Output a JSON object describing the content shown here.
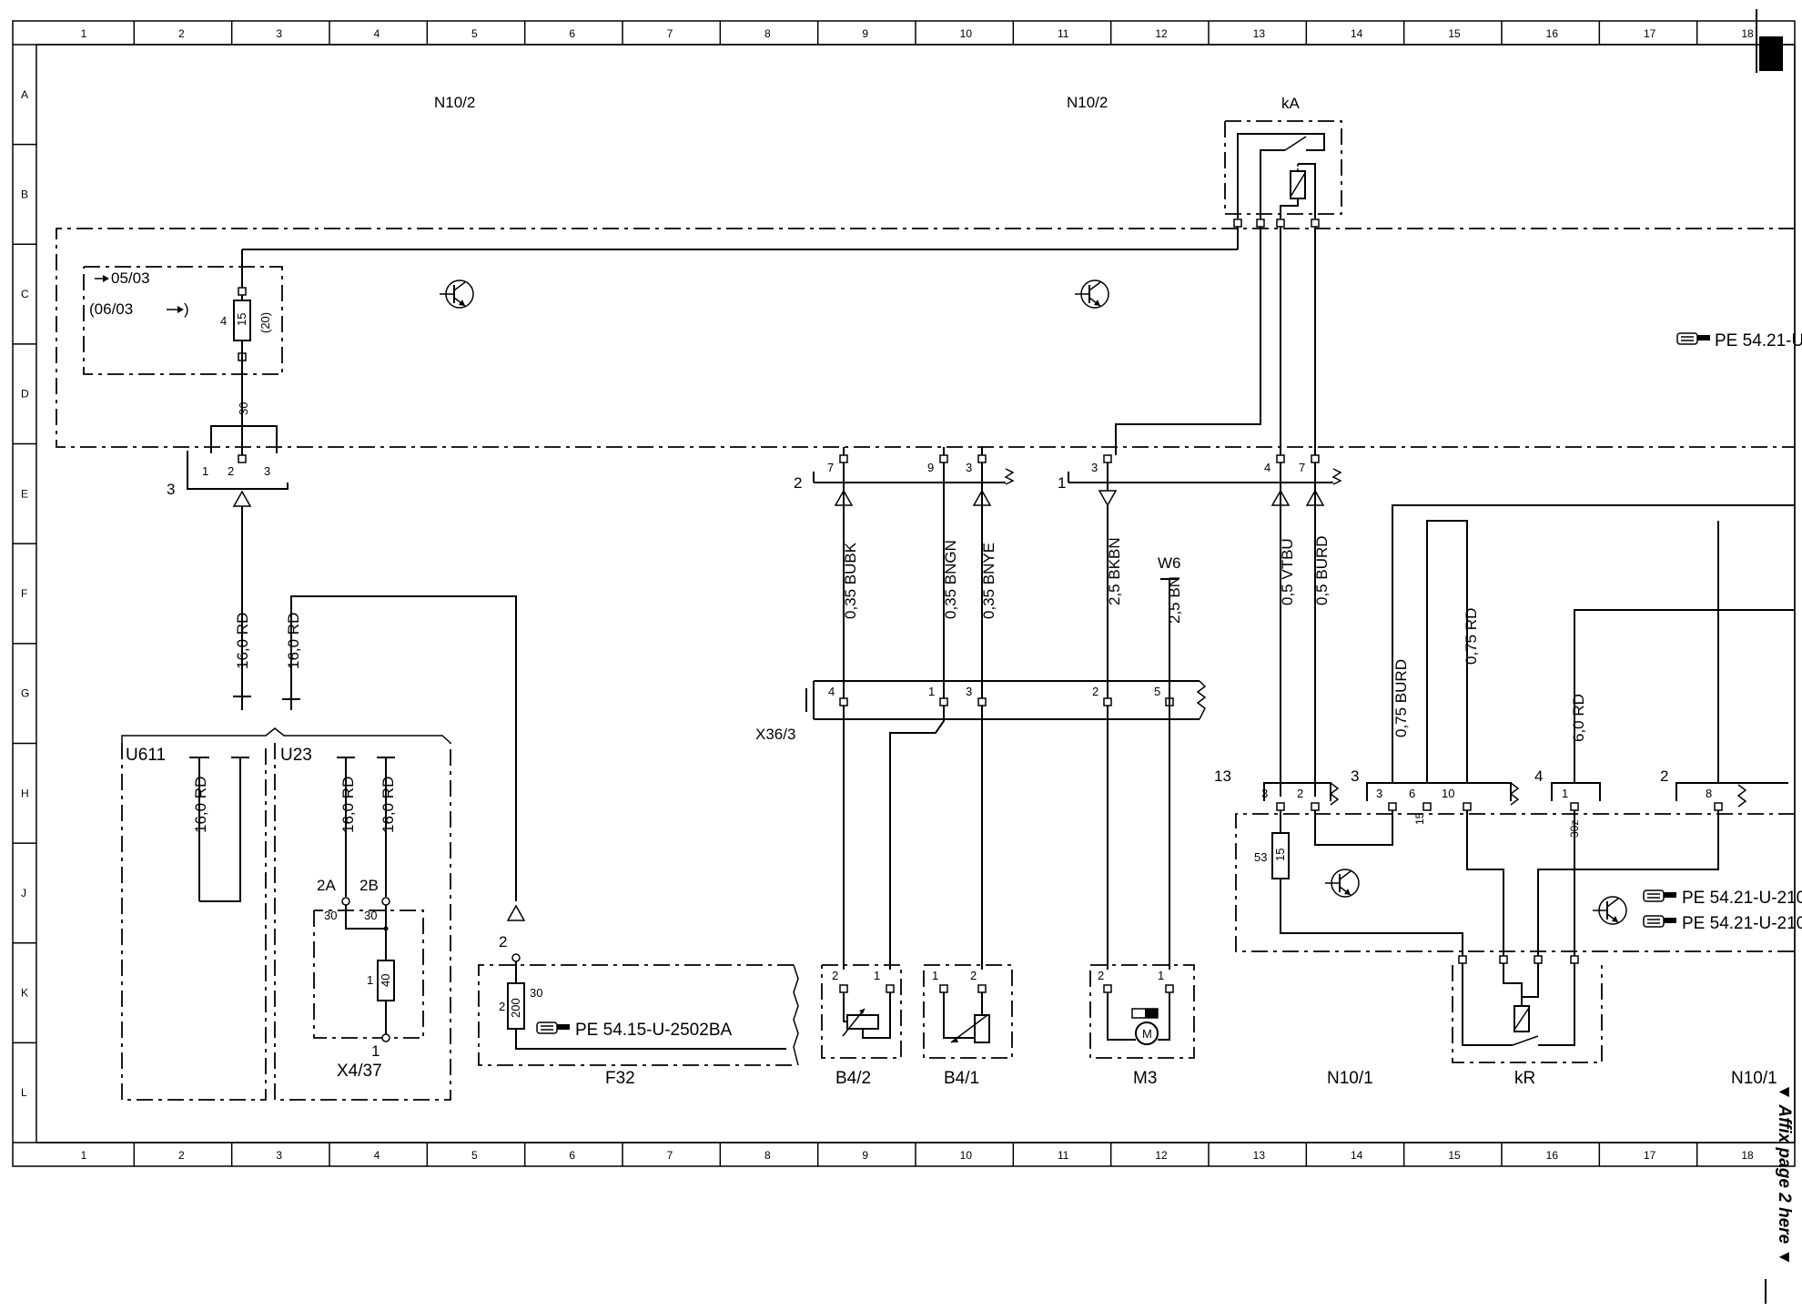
{
  "grid": {
    "columns": [
      "1",
      "2",
      "3",
      "4",
      "5",
      "6",
      "7",
      "8",
      "9",
      "10",
      "11",
      "12",
      "13",
      "14",
      "15",
      "16",
      "17",
      "18"
    ],
    "rows": [
      "A",
      "B",
      "C",
      "D",
      "E",
      "F",
      "G",
      "H",
      "J",
      "K",
      "L"
    ]
  },
  "modules": {
    "n10_2_left": "N10/2",
    "n10_2_right": "N10/2",
    "n10_1_center": "N10/1",
    "n10_1_right": "N10/1",
    "relay_ka": "kA",
    "relay_kr": "kR"
  },
  "fuse_block": {
    "valid_from": "05/03",
    "valid_paren": "(06/03",
    "fuse_number": "15",
    "fuse_amps": "(20)",
    "pin_left": "4",
    "pin_bottom": "30"
  },
  "connectors": {
    "c3": {
      "id": "3",
      "pins": [
        "1",
        "2",
        "3"
      ]
    },
    "c2": {
      "id": "2",
      "pins": [
        "7",
        "9",
        "3"
      ]
    },
    "c1": {
      "id": "1",
      "pins": [
        "3",
        "4",
        "7"
      ]
    },
    "x36_3": {
      "id": "X36/3",
      "pins": [
        "4",
        "1",
        "3",
        "2",
        "5"
      ]
    },
    "h13": {
      "id": "13",
      "pins": [
        "3",
        "2"
      ]
    },
    "h3": {
      "id": "3",
      "pins": [
        "3",
        "6",
        "10"
      ]
    },
    "h4": {
      "id": "4",
      "pins": [
        "1"
      ]
    },
    "h2": {
      "id": "2",
      "pins": [
        "8"
      ]
    }
  },
  "wires": {
    "w1": "16,0 RD",
    "w2": "16,0 RD",
    "w3": "0,35 BUBK",
    "w4": "0,35 BNGN",
    "w5": "0,35 BNYE",
    "w6": "2,5 BKBN",
    "w7": "2,5 BN",
    "w8": "0,5 VTBU",
    "w9": "0,5 BURD",
    "w10": "0,75 BURD",
    "w11": "0,75 RD",
    "w12": "6,0 RD",
    "w13": "16,0 RD",
    "w14": "16,0 RD",
    "w15": "16,0 RD"
  },
  "ground": {
    "label": "W6"
  },
  "components": {
    "u611": "U611",
    "u23": "U23",
    "x4_37": "X4/37",
    "f32": "F32",
    "b4_2": "B4/2",
    "b4_1": "B4/1",
    "m3": "M3"
  },
  "x4_37_detail": {
    "t2a": "2A",
    "t2b": "2B",
    "p30a": "30",
    "p30b": "30",
    "fuse": "40",
    "pin_1_left": "1",
    "pin_1_bottom": "1"
  },
  "f32_detail": {
    "pin": "2",
    "fuse_pin_left": "2",
    "fuse_value": "200",
    "pin_30": "30"
  },
  "refs": {
    "pe_top": "PE 54.21-U-",
    "pe_f32": "PE 54.15-U-2502BA",
    "pe_n101_a": "PE 54.21-U-210",
    "pe_n101_b": "PE 54.21-U-210"
  },
  "n10_1_internals": {
    "fuse_pin": "53",
    "fuse_value": "15",
    "sub_15": "15",
    "sub_30z": "30z"
  },
  "sensor_pins": {
    "b4_2": [
      "2",
      "1"
    ],
    "b4_1": [
      "1",
      "2"
    ],
    "m3": [
      "2",
      "1"
    ],
    "motor_symbol": "M"
  },
  "affix_note": "▼ Affix page 2 here ▼"
}
